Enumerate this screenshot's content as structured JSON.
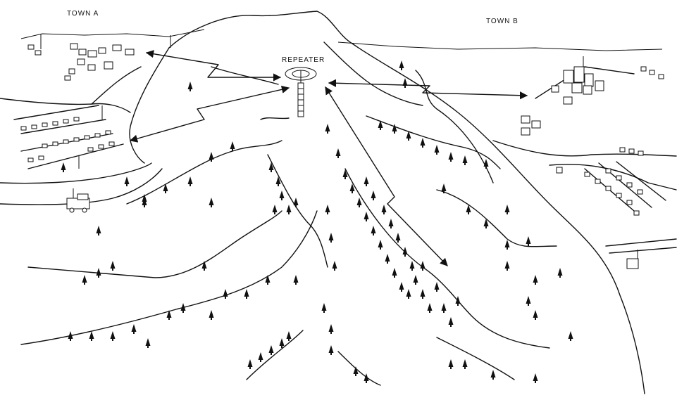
{
  "labels": {
    "town_a": "TOWN A",
    "town_b": "TOWN B",
    "repeater": "REPEATER"
  },
  "colors": {
    "ink": "#111111",
    "paper": "#ffffff"
  }
}
